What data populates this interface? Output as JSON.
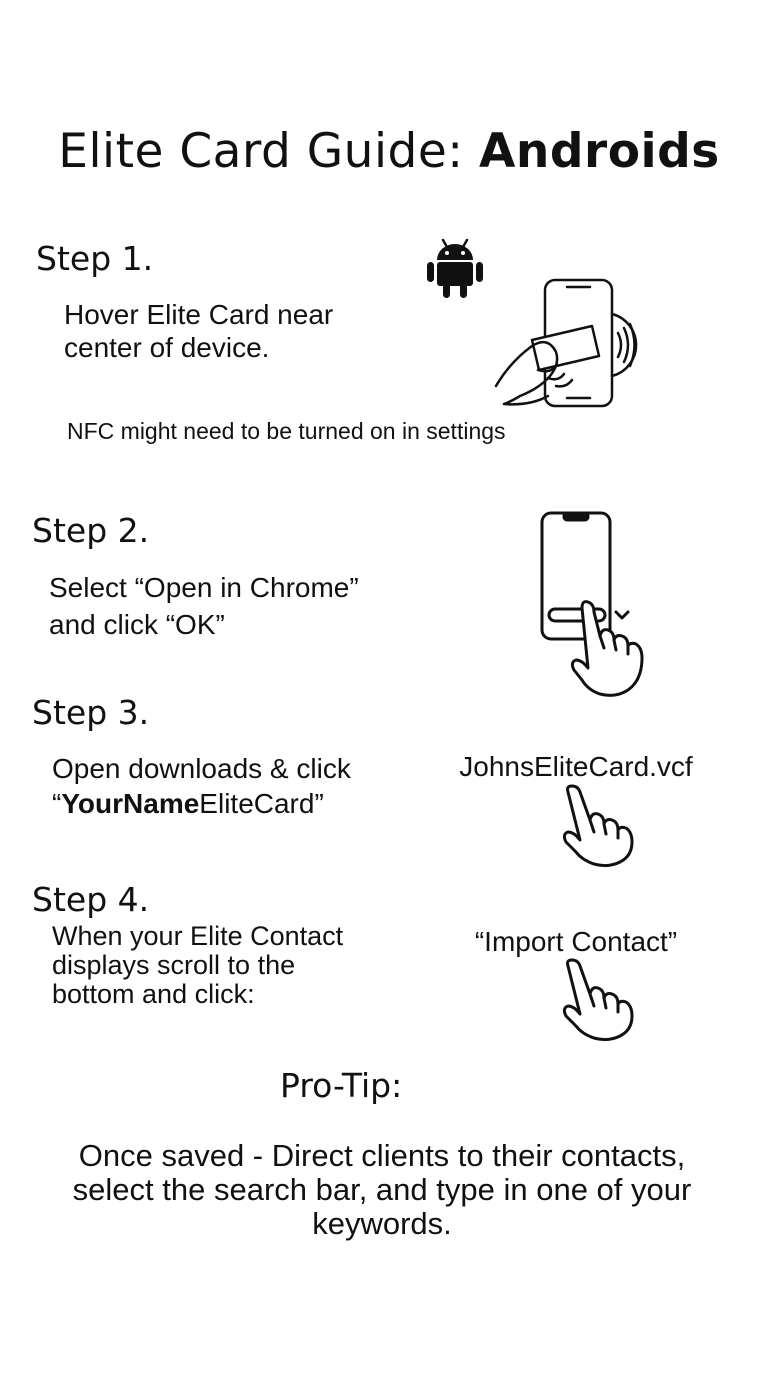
{
  "title": {
    "prefix": "Elite Card Guide: ",
    "emphasis": "Androids"
  },
  "step1": {
    "heading": "Step 1.",
    "line1": "Hover Elite Card near",
    "line2": "center of device.",
    "note": "NFC might need to be turned on in settings",
    "icons": [
      "android-logo-icon",
      "nfc-tap-hand-phone-icon"
    ]
  },
  "step2": {
    "heading": "Step 2.",
    "line1": "Select “Open in Chrome”",
    "line2": "and click “OK”",
    "icons": [
      "phone-tap-button-icon"
    ]
  },
  "step3": {
    "heading": "Step 3.",
    "line1": "Open downloads & click",
    "line2_open": "“",
    "line2_bold": "YourName",
    "line2_rest": "EliteCard”",
    "file_label": "JohnsEliteCard.vcf",
    "icons": [
      "pointing-hand-icon"
    ]
  },
  "step4": {
    "heading": "Step 4.",
    "line1": "When your Elite Contact",
    "line2": "displays  scroll to the",
    "line3": "bottom and click:",
    "action_label": "“Import Contact”",
    "icons": [
      "pointing-hand-icon"
    ]
  },
  "protip": {
    "heading": "Pro-Tip:",
    "line1": "Once saved - Direct clients to their contacts,",
    "line2": "select the search bar, and type in one of your",
    "line3": "keywords."
  },
  "colors": {
    "ink": "#111111",
    "background": "#ffffff"
  }
}
